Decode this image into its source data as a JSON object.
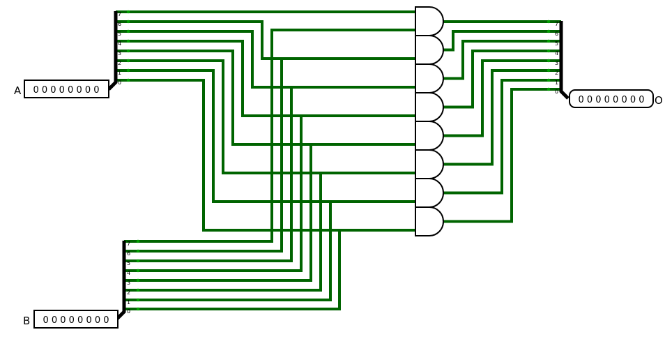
{
  "inputs": {
    "a": {
      "label": "A",
      "value": "0 0 0 0 0 0 0 0"
    },
    "b": {
      "label": "B",
      "value": "0 0 0 0 0 0 0 0"
    }
  },
  "output": {
    "label": "O",
    "value": "0 0 0 0 0 0 0 0"
  },
  "bit_labels": [
    "7",
    "6",
    "5",
    "4",
    "3",
    "2",
    "1",
    "0"
  ],
  "gates": [
    {
      "type": "and",
      "bit": "7"
    },
    {
      "type": "and",
      "bit": "6"
    },
    {
      "type": "and",
      "bit": "5"
    },
    {
      "type": "and",
      "bit": "4"
    },
    {
      "type": "and",
      "bit": "3"
    },
    {
      "type": "and",
      "bit": "2"
    },
    {
      "type": "and",
      "bit": "1"
    },
    {
      "type": "and",
      "bit": "0"
    }
  ],
  "colors": {
    "wire": "#006400",
    "bus": "#000000",
    "wire_dot": "#00a000"
  }
}
